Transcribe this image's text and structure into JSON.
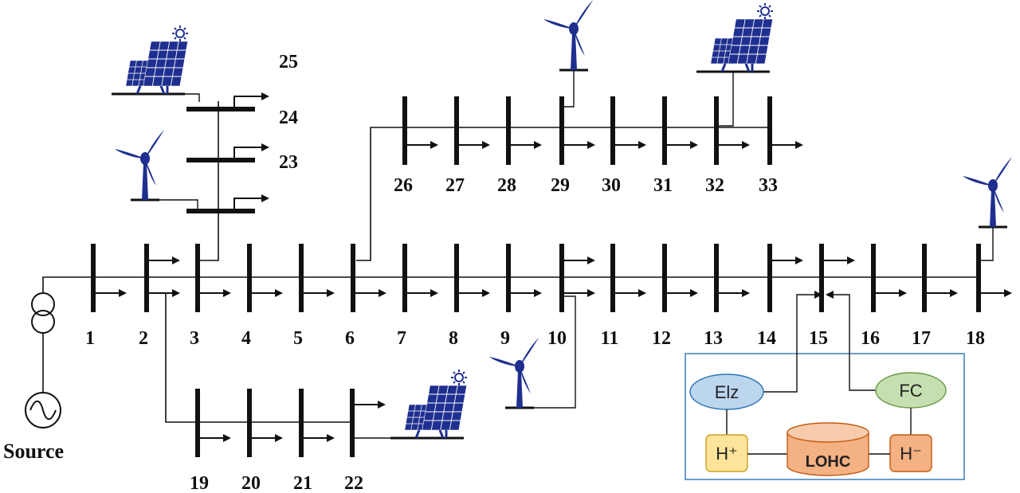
{
  "source": {
    "label": "Source"
  },
  "buses": {
    "main": [
      "1",
      "2",
      "3",
      "4",
      "5",
      "6",
      "7",
      "8",
      "9",
      "10",
      "11",
      "12",
      "13",
      "14",
      "15",
      "16",
      "17",
      "18"
    ],
    "lateral_26_33": [
      "26",
      "27",
      "28",
      "29",
      "30",
      "31",
      "32",
      "33"
    ],
    "lateral_19_22": [
      "19",
      "20",
      "21",
      "22"
    ],
    "lateral_23_25": [
      "23",
      "24",
      "25"
    ]
  },
  "storage": {
    "elz": "Elz",
    "fc": "FC",
    "h_plus": "H⁺",
    "h_minus": "H⁻",
    "lohc": "LOHC"
  },
  "icons": {
    "wind": "wind-turbine-icon",
    "pv": "solar-panel-icon",
    "source": "ac-source-icon",
    "transformer": "transformer-icon"
  },
  "colors": {
    "line": "#111111",
    "icon": "#1f2f8f",
    "elz_fill": "#bcd6ee",
    "fc_fill": "#c6dfb0",
    "h_plus_fill": "#fde49a",
    "h_minus_fill": "#f4b183",
    "lohc_fill": "#f4b183",
    "box_border": "#2e75b6"
  }
}
